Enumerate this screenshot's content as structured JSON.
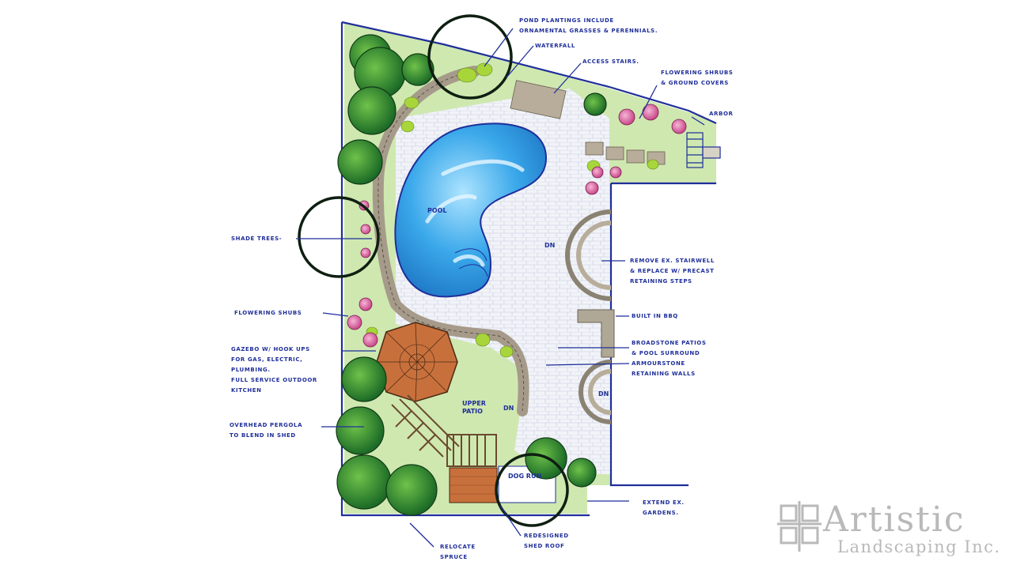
{
  "labels": {
    "pond_plantings_1": "Pond plantings include",
    "pond_plantings_2": "ornamental grasses & perennials.",
    "waterfall": "waterfall",
    "access_stairs": "access stairs.",
    "flowering_shrubs_1": "Flowering shrubs",
    "flowering_shrubs_2": "& ground covers",
    "arbor": "Arbor",
    "shade_trees": "Shade trees-",
    "remove_stairwell_1": "Remove ex. stairwell",
    "remove_stairwell_2": "& replace w/ precast",
    "remove_stairwell_3": "retaining steps",
    "flowering_shubs": "Flowering shubs",
    "built_in_bbq": "Built in BBQ",
    "gazebo_1": "Gazebo w/ hook ups",
    "gazebo_2": "for gas, electric,",
    "gazebo_3": "plumbing.",
    "gazebo_4": "Full service outdoor",
    "gazebo_5": "kitchen",
    "broadstone_1": "Broadstone patios",
    "broadstone_2": "& pool surround",
    "armourstone_1": "Armourstone",
    "armourstone_2": "retaining walls",
    "pergola_1": "Overhead pergola",
    "pergola_2": "to blend in shed",
    "extend_1": "Extend ex.",
    "extend_2": "gardens.",
    "relocate_1": "Relocate",
    "relocate_2": "spruce",
    "redesigned_1": "Redesigned",
    "redesigned_2": "shed roof"
  },
  "map_labels": {
    "pool": "POOL",
    "dn_1": "DN",
    "dn_2": "DN",
    "dn_3": "DN",
    "upper_patio_1": "UPPER",
    "upper_patio_2": "PATIO",
    "dog_run": "DOG RUN"
  },
  "brand": {
    "name": "Artistic",
    "sub": "Landscaping Inc."
  },
  "colors": {
    "ink": "#1f2f9a",
    "pool": "#2fa6e6",
    "tree_green": "#1e7a2a",
    "lime": "#a8d63a",
    "pink": "#e07ab0",
    "stone": "#a69b8a",
    "wood": "#c8703c",
    "brand_gray": "#b9b9b9"
  }
}
